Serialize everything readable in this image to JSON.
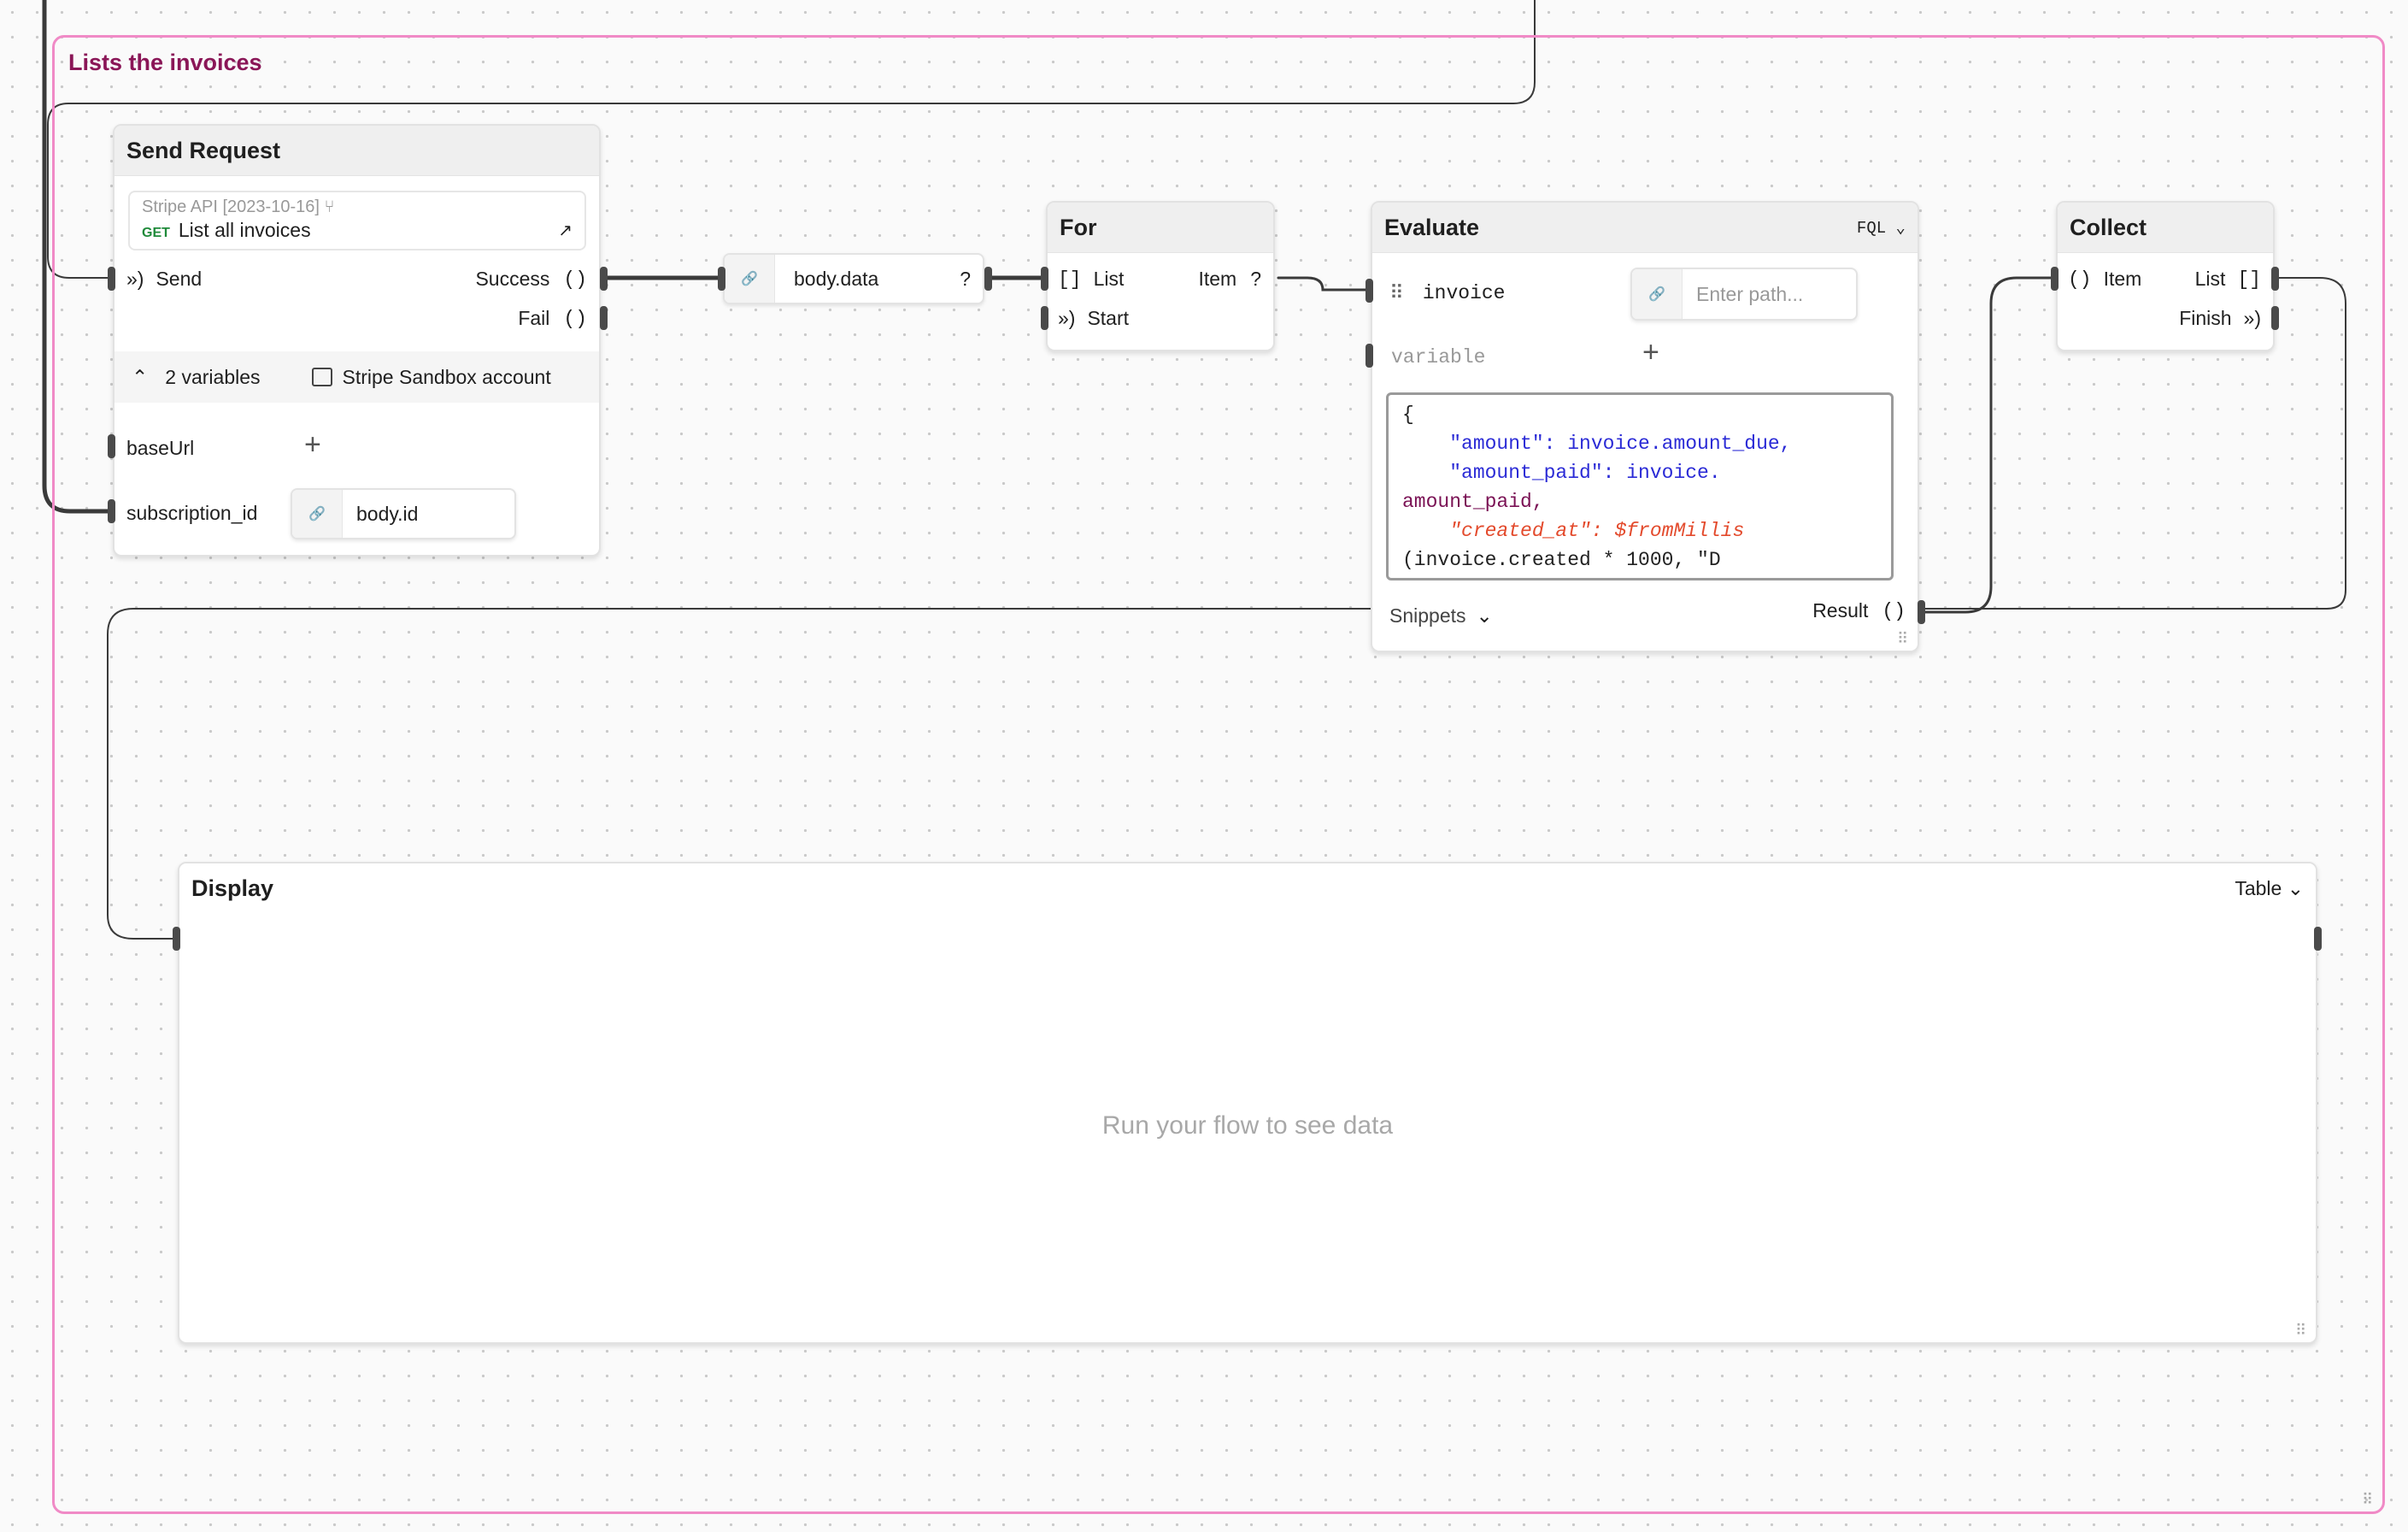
{
  "group": {
    "title": "Lists the invoices"
  },
  "send_request": {
    "title": "Send Request",
    "api_name": "Stripe API [2023-10-16]",
    "method": "GET",
    "endpoint": "List all invoices",
    "send_label": "Send",
    "success_label": "Success",
    "fail_label": "Fail",
    "variables_count": "2 variables",
    "account_label": "Stripe Sandbox account",
    "var_base_url": "baseUrl",
    "var_subscription_id": "subscription_id",
    "subscription_id_value": "body.id"
  },
  "path_chip": {
    "value": "body.data",
    "type": "?"
  },
  "for_node": {
    "title": "For",
    "list_label": "List",
    "item_label": "Item",
    "item_type": "?",
    "start_label": "Start"
  },
  "evaluate": {
    "title": "Evaluate",
    "language": "FQL",
    "input_name": "invoice",
    "input_placeholder": "Enter path...",
    "new_variable_placeholder": "variable",
    "code_lines": [
      "{",
      "    \"amount\": invoice.amount_due,",
      "    \"amount_paid\": invoice.",
      "amount_paid,",
      "    \"created_at\": $fromMillis",
      "(invoice.created * 1000, \"D"
    ],
    "snippets_label": "Snippets",
    "result_label": "Result"
  },
  "collect": {
    "title": "Collect",
    "item_label": "Item",
    "list_label": "List",
    "finish_label": "Finish"
  },
  "display": {
    "title": "Display",
    "mode": "Table",
    "empty_message": "Run your flow to see data"
  },
  "colors": {
    "group_border": "#f08ac6",
    "group_title": "#8a1657",
    "wire": "#3a3a3a",
    "code_key": "#2b2bd6",
    "code_value": "#7a1154",
    "code_function": "#e34a2c",
    "code_number": "#d6007a"
  }
}
